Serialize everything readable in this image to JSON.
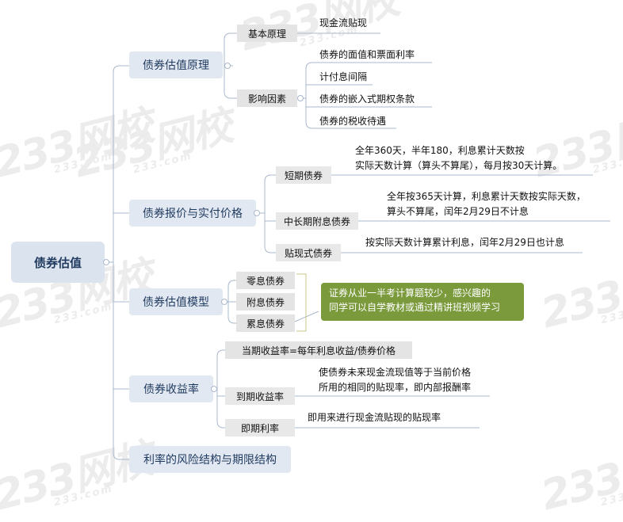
{
  "watermark": {
    "brand": "233网校",
    "domain": "233.com"
  },
  "root": "债券估值",
  "topics": {
    "t1": {
      "label": "债券估值原理",
      "s1": {
        "label": "基本原理",
        "leaf": "现金流贴现"
      },
      "s2": {
        "label": "影响因素",
        "leaves": [
          "债券的面值和票面利率",
          "计付息间隔",
          "债券的嵌入式期权条款",
          "债券的税收待遇"
        ]
      }
    },
    "t2": {
      "label": "债券报价与实付价格",
      "s1": {
        "label": "短期债券",
        "line1": "全年360天，半年180，利息累计天数按",
        "line2": "实际天数计算（算头不算尾），每月按30天计算。"
      },
      "s2": {
        "label": "中长期附息债券",
        "line1": "全年按365天计算，利息累计天数按实际天数，",
        "line2": "算头不算尾，闰年2月29日不计息"
      },
      "s3": {
        "label": "贴现式债券",
        "line1": "按实际天数计算累计利息，闰年2月29日也计息"
      }
    },
    "t3": {
      "label": "债券估值模型",
      "items": [
        "零息债券",
        "附息债券",
        "累息债券"
      ],
      "note_line1": "证券从业一半考计算题较少，感兴趣的",
      "note_line2": "同学可以自学教材或通过精讲班视频学习"
    },
    "t4": {
      "label": "债券收益率",
      "s1": {
        "label": "当期收益率=每年利息收益/债券价格"
      },
      "s2": {
        "label": "到期收益率",
        "line1": "使债券未来现金流现值等于当前价格",
        "line2": "所用的相同的贴现率，即内部报酬率"
      },
      "s3": {
        "label": "即期利率",
        "line1": "即用来进行现金流贴现的贴现率"
      }
    },
    "t5": {
      "label": "利率的风险结构与期限结构"
    }
  },
  "colors": {
    "connector": "#a9b8cc",
    "note_bg": "#7a9a3c",
    "bracket": "#c9c98a"
  }
}
